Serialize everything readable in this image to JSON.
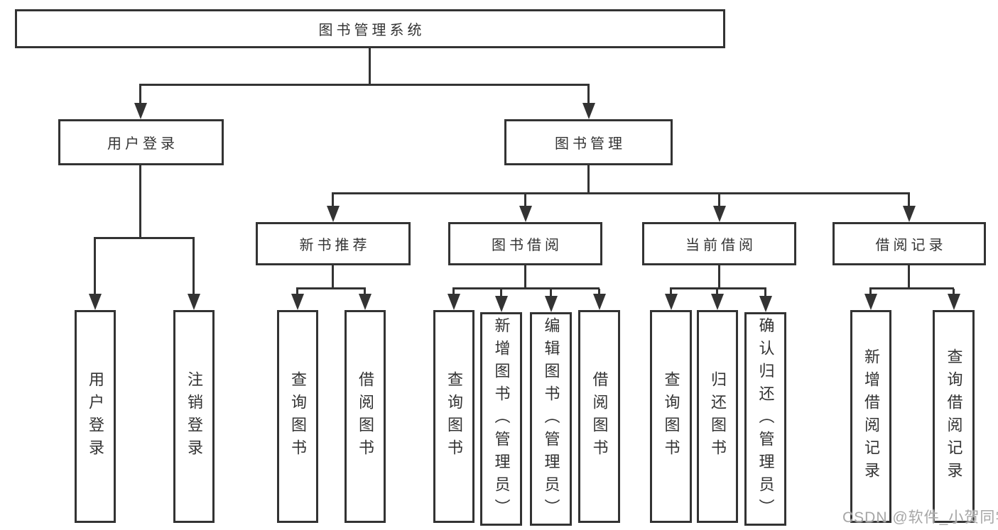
{
  "tree": {
    "label": "图书管理系统",
    "children": [
      {
        "label": "用户登录",
        "children": [
          {
            "label": "用户登录"
          },
          {
            "label": "注销登录"
          }
        ]
      },
      {
        "label": "图书管理",
        "children": [
          {
            "label": "新书推荐",
            "children": [
              {
                "label": "查询图书"
              },
              {
                "label": "借阅图书"
              }
            ]
          },
          {
            "label": "图书借阅",
            "children": [
              {
                "label": "查询图书"
              },
              {
                "label": "新增图书（管理员）"
              },
              {
                "label": "编辑图书（管理员）"
              },
              {
                "label": "借阅图书"
              }
            ]
          },
          {
            "label": "当前借阅",
            "children": [
              {
                "label": "查询图书"
              },
              {
                "label": "归还图书"
              },
              {
                "label": "确认归还（管理员）"
              }
            ]
          },
          {
            "label": "借阅记录",
            "children": [
              {
                "label": "新增借阅记录"
              },
              {
                "label": "查询借阅记录"
              }
            ]
          }
        ]
      }
    ]
  },
  "watermark": "CSDN @软件_小贺同学",
  "colors": {
    "line": "#333333",
    "text": "#333333",
    "box_fill": "#ffffff",
    "watermark": "#a6a6a6"
  }
}
